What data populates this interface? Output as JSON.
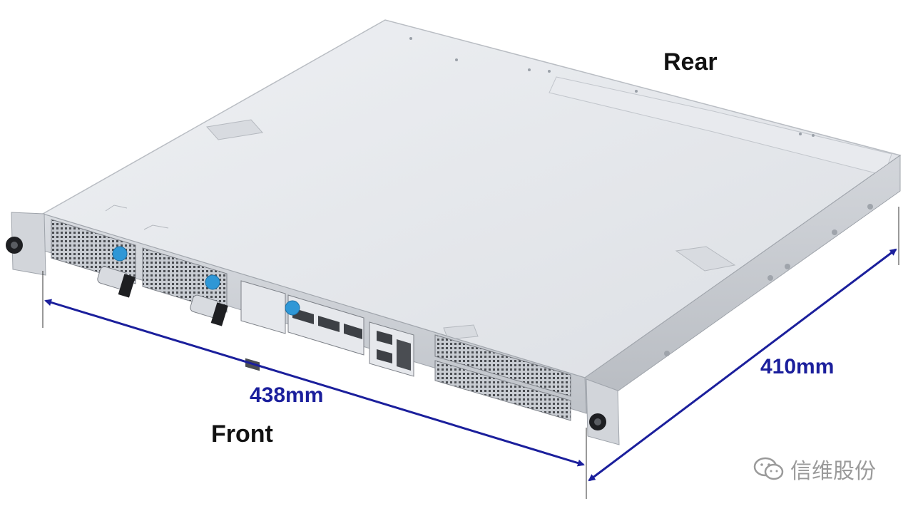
{
  "labels": {
    "rear": "Rear",
    "front": "Front",
    "width": "438mm",
    "depth": "410mm"
  },
  "watermark": {
    "text": "信维股份",
    "icon": "wechat-icon"
  },
  "colors": {
    "dimension": "#1b1f9c",
    "chassis_top": "#e4e6ea",
    "chassis_front": "#cfd2d7",
    "accent_blue": "#2f97d6"
  }
}
